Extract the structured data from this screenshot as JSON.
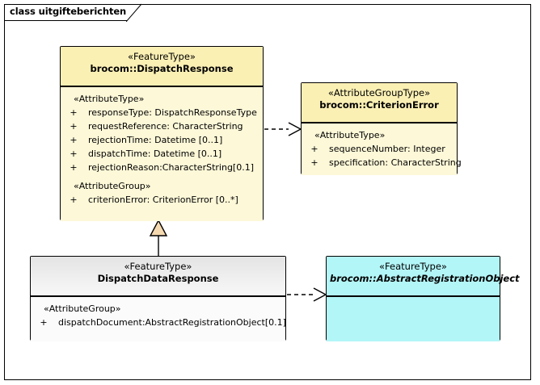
{
  "frame": {
    "label": "class uitgifteberichten"
  },
  "classes": {
    "dispatch_response": {
      "stereotype": "«FeatureType»",
      "name": "brocom::DispatchResponse",
      "compartments": [
        {
          "group_label": "«AttributeType»",
          "attributes": [
            {
              "visibility": "+",
              "text": "responseType: DispatchResponseType"
            },
            {
              "visibility": "+",
              "text": "requestReference: CharacterString"
            },
            {
              "visibility": "+",
              "text": "rejectionTime: Datetime [0..1]"
            },
            {
              "visibility": "+",
              "text": "dispatchTime: Datetime [0..1]"
            },
            {
              "visibility": "+",
              "text": "rejectionReason:CharacterString[0.1]"
            }
          ]
        },
        {
          "group_label": "«AttributeGroup»",
          "attributes": [
            {
              "visibility": "+",
              "text": "criterionError: CriterionError [0..*]"
            }
          ]
        }
      ]
    },
    "criterion_error": {
      "stereotype": "«AttributeGroupType»",
      "name": "brocom::CriterionError",
      "compartments": [
        {
          "group_label": "«AttributeType»",
          "attributes": [
            {
              "visibility": "+",
              "text": "sequenceNumber: Integer"
            },
            {
              "visibility": "+",
              "text": "specification: CharacterString"
            }
          ]
        }
      ]
    },
    "dispatch_data_response": {
      "stereotype": "«FeatureType»",
      "name": "DispatchDataResponse",
      "compartments": [
        {
          "group_label": "«AttributeGroup»",
          "attributes": [
            {
              "visibility": "+",
              "text": "dispatchDocument:AbstractRegistrationObject[0.1]"
            }
          ]
        }
      ]
    },
    "abstract_registration_object": {
      "stereotype": "«FeatureType»",
      "name": "brocom::AbstractRegistrationObject",
      "compartments": []
    }
  },
  "connectors": [
    {
      "id": "dependency-dispatchresponse-criterionerror",
      "kind": "dependency",
      "from": "dispatch_response",
      "to": "criterion_error"
    },
    {
      "id": "generalization-dispatchdataresponse-dispatchresponse",
      "kind": "generalization",
      "from": "dispatch_data_response",
      "to": "dispatch_response"
    },
    {
      "id": "dependency-dispatchdataresponse-abstractregistrationobject",
      "kind": "dependency",
      "from": "dispatch_data_response",
      "to": "abstract_registration_object"
    }
  ],
  "colors": {
    "feature_type_fill": "#fbf0b4",
    "attribute_group_type_fill": "#fbf0b4",
    "abstract_fill": "#b3f6f8",
    "plain_header_fill": "#e8e8e8",
    "generalization_arrow_fill": "#f5d9b0",
    "line": "#000000"
  }
}
